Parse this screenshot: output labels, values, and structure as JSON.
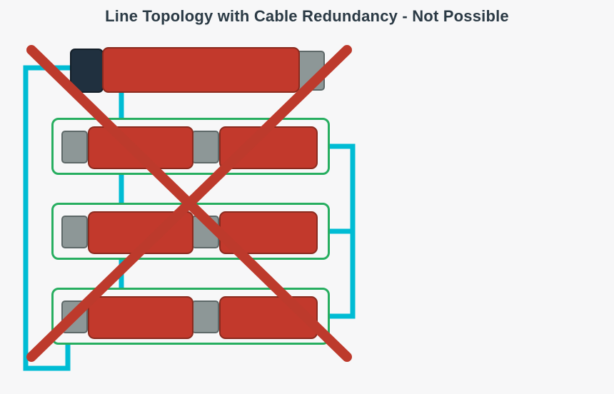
{
  "title": "Line Topology with Cable Redundancy - Not Possible",
  "colors": {
    "background": "#f7f7f8",
    "title_text": "#2b3a45",
    "cable": "#00bcd4",
    "frame_green": "#27ae60",
    "device_red": "#c2392c",
    "device_red_border": "#8a2a1e",
    "port_gray": "#8d9797",
    "port_gray_border": "#5d6868",
    "master_port_dark": "#20303f",
    "master_port_dark_border": "#141f29",
    "cross_red": "#bd3a2c"
  },
  "icons": {
    "not_possible_cross": "red-x-overlay",
    "cable_lines": "cyan-network-cables"
  },
  "diagram": {
    "device_rows": 3
  }
}
